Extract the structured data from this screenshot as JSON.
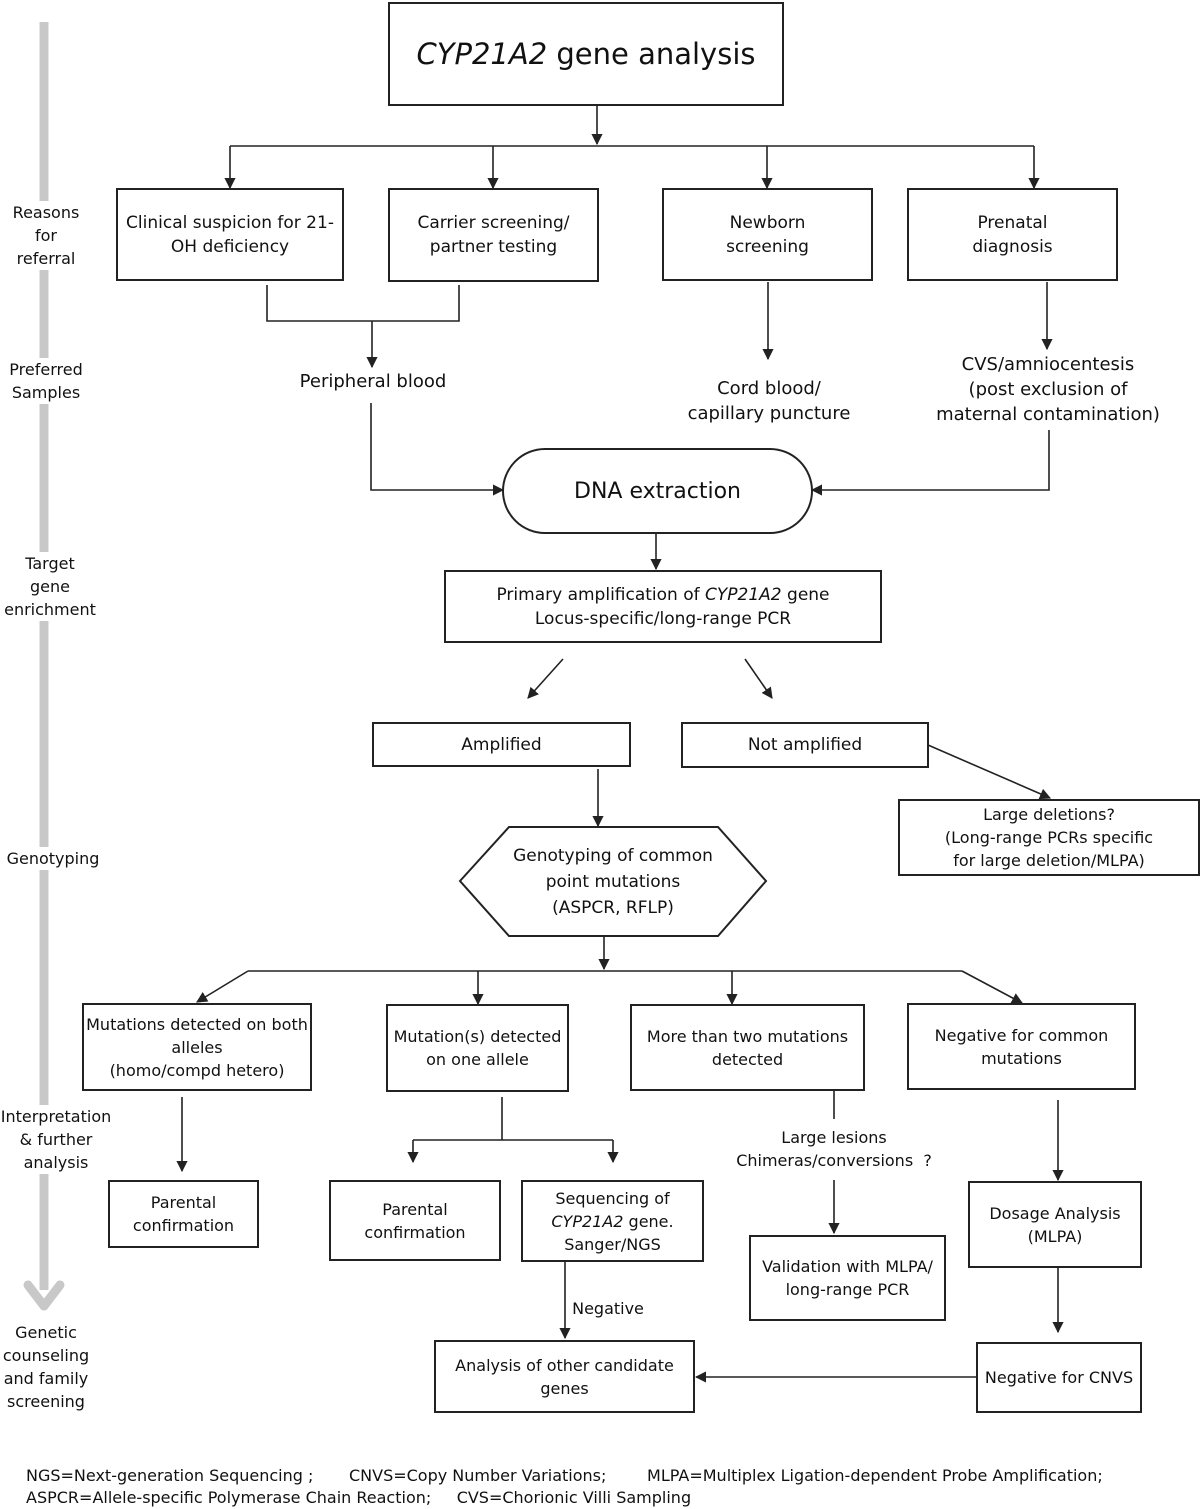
{
  "title": {
    "italic": "CYP21A2",
    "rest": " gene analysis"
  },
  "stages": {
    "reasons": [
      "Reasons",
      "for",
      "referral"
    ],
    "samples": [
      "Preferred",
      "Samples"
    ],
    "target": [
      "Target",
      "gene",
      "enrichment"
    ],
    "genotyping": [
      "Genotyping"
    ],
    "interpretation": [
      "Interpretation",
      "& further",
      "analysis"
    ],
    "counseling": [
      "Genetic",
      "counseling",
      "and family",
      "screening"
    ]
  },
  "referral": {
    "clinical": [
      "Clinical suspicion for 21-",
      "OH deficiency"
    ],
    "carrier": [
      "Carrier screening/",
      "partner testing"
    ],
    "newborn": [
      "Newborn",
      "screening"
    ],
    "prenatal": [
      "Prenatal",
      "diagnosis"
    ]
  },
  "samples": {
    "peripheral": "Peripheral blood",
    "cord": [
      "Cord blood/",
      "capillary puncture"
    ],
    "cvs": [
      "CVS/amniocentesis",
      "(post exclusion of",
      "maternal contamination)"
    ]
  },
  "dna_extraction": "DNA extraction",
  "primary": {
    "prefix": "Primary amplification of ",
    "gene": "CYP21A2",
    "suffix": " gene",
    "line2": "Locus-specific/long-range PCR"
  },
  "amplified": "Amplified",
  "not_amplified": "Not amplified",
  "large_deletions": [
    "Large deletions?",
    "(Long-range PCRs specific",
    "for large deletion/MLPA)"
  ],
  "genotyping_box": [
    "Genotyping of common",
    "point mutations",
    "(ASPCR, RFLP)"
  ],
  "results": {
    "both": [
      "Mutations detected on both",
      "alleles",
      "(homo/compd hetero)"
    ],
    "one": [
      "Mutation(s) detected",
      "on one allele"
    ],
    "more": [
      "More than two mutations",
      "detected"
    ],
    "negative": [
      "Negative for common",
      "mutations"
    ]
  },
  "parental_1": [
    "Parental",
    "confirmation"
  ],
  "parental_2": [
    "Parental",
    "confirmation"
  ],
  "sequencing": {
    "line1": "Sequencing of",
    "gene": "CYP21A2",
    "gene_suffix": " gene.",
    "line3": "Sanger/NGS"
  },
  "large_lesions": [
    "Large lesions",
    "Chimeras/conversions  ?"
  ],
  "validation": [
    "Validation with MLPA/",
    "long-range PCR"
  ],
  "dosage": [
    "Dosage Analysis",
    "(MLPA)"
  ],
  "negative_label": "Negative",
  "other_genes": [
    "Analysis of other candidate",
    "genes"
  ],
  "negative_cnvs": "Negative for CNVS",
  "legend": {
    "line1": "NGS=Next-generation Sequencing ;       CNVS=Copy Number Variations;        MLPA=Multiplex Ligation-dependent Probe Amplification;",
    "line2": "ASPCR=Allele-specific Polymerase Chain Reaction;     CVS=Chorionic Villi Sampling"
  },
  "colors": {
    "stage_bar": "#c8c8c8",
    "line": "#222222"
  }
}
